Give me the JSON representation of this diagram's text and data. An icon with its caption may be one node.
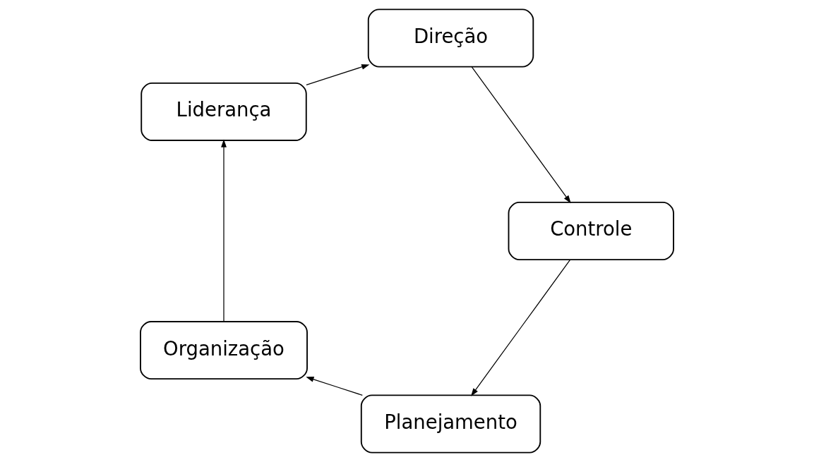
{
  "diagram": {
    "nodes": [
      {
        "text": [
          "Planejamento"
        ]
      },
      {
        "text": [
          "Organização"
        ]
      },
      {
        "text": [
          "Liderança"
        ]
      },
      {
        "text": [
          "Direção"
        ]
      },
      {
        "text": [
          "Controle"
        ]
      }
    ],
    "edges": [
      {
        "from": 0,
        "to": 1,
        "arrow": "to"
      },
      {
        "from": 1,
        "to": 2,
        "arrow": "to"
      },
      {
        "from": 2,
        "to": 3,
        "arrow": "to"
      },
      {
        "from": 3,
        "to": 4,
        "arrow": "to"
      },
      {
        "from": 4,
        "to": 0,
        "arrow": "to"
      }
    ]
  }
}
